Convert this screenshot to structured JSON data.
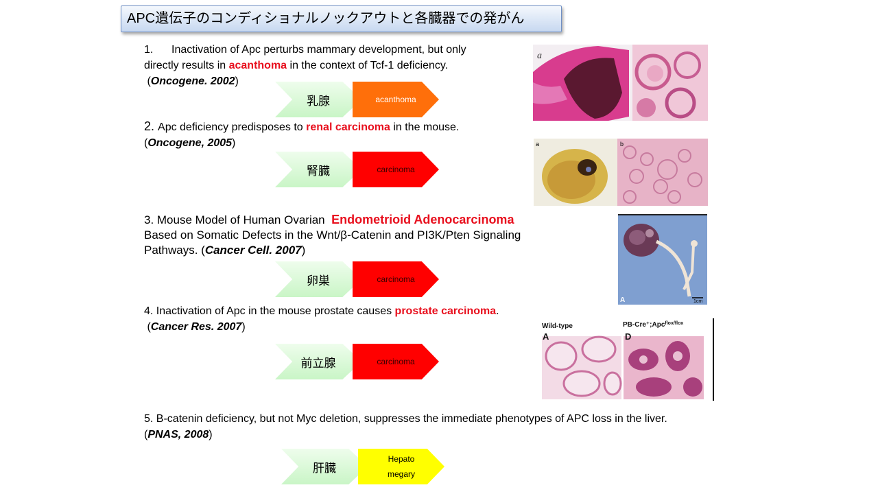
{
  "title": "APC遺伝子のコンディショナルノックアウトと各臓器での発がん",
  "items": [
    {
      "line1": "1.      Inactivation of Apc perturbs mammary development, but only",
      "line2_pre": "directly results in ",
      "line2_red": "acanthoma",
      "line2_post": " in the context of Tcf-1 deficiency.",
      "cite_open": " (",
      "cite": "Oncogene. 2002",
      "cite_close": ")",
      "organ": "乳腺",
      "result": "acanthoma",
      "result_color": "#ff6f0a"
    },
    {
      "line1_pre": "2. ",
      "line1_main": "Apc deficiency predisposes to ",
      "line1_red": "renal carcinoma",
      "line1_post": " in the mouse.",
      "cite_open": "(",
      "cite": "Oncogene, 2005",
      "cite_close": ")",
      "organ": "腎臓",
      "result": "carcinoma",
      "result_color": "#ff0000"
    },
    {
      "line1_pre": "3. Mouse Model of Human Ovarian  ",
      "line1_red": "Endometrioid Adenocarcinoma",
      "line2": "Based on Somatic Defects in the Wnt/β-Catenin and PI3K/Pten Signaling",
      "line3_pre": "Pathways. (",
      "cite": "Cancer Cell. 2007",
      "cite_close": ")",
      "organ": "卵巣",
      "result": "carcinoma",
      "result_color": "#ff0000",
      "fig_label": "A",
      "fig_scale": "1cm"
    },
    {
      "line1_pre": "4. Inactivation of Apc in the mouse prostate causes ",
      "line1_red": "prostate carcinoma",
      "line1_post": ".",
      "cite_open": " (",
      "cite": "Cancer Res. 2007",
      "cite_close": ")",
      "organ": "前立腺",
      "result": "carcinoma",
      "result_color": "#ff0000",
      "fig_left_title": "Wild-type",
      "fig_left_label": "A",
      "fig_right_title": "PB-Cre⁺;Apc",
      "fig_right_sup": "flox/flox",
      "fig_right_label": "D"
    },
    {
      "line1": "5. B-catenin deficiency, but not Myc deletion, suppresses the immediate phenotypes of APC loss in the liver.",
      "cite_open": "(",
      "cite": "PNAS, 2008",
      "cite_close": ")",
      "organ": "肝臓",
      "result_l1": "Hepato",
      "result_l2": "megary",
      "result_color": "#ffff00"
    }
  ],
  "fig_labels": {
    "mammary_a": "a",
    "renal_a": "a",
    "renal_b": "b"
  }
}
